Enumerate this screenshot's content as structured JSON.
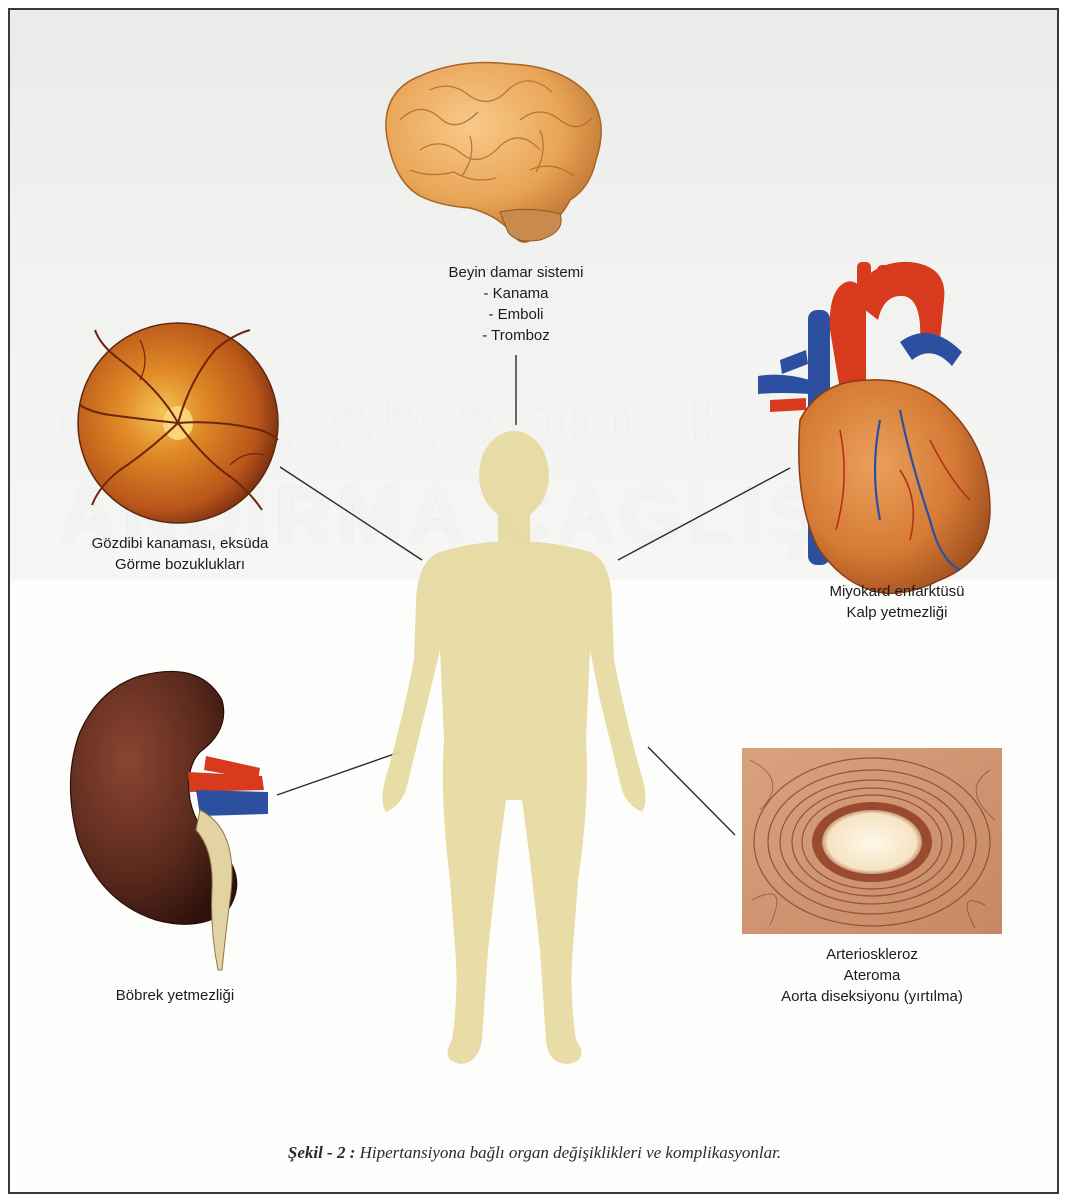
{
  "watermark": {
    "line1": "ORTA ANADOLU",
    "line2": "ANDIRMA CAĞLIŞMA"
  },
  "brain": {
    "title": "Beyin damar sistemi",
    "items": [
      "- Kanama",
      "- Emboli",
      "- Tromboz"
    ]
  },
  "eye": {
    "line1": "Gözdibi kanaması, eksüda",
    "line2": "Görme bozuklukları"
  },
  "heart": {
    "line1": "Miyokard enfarktüsü",
    "line2": "Kalp yetmezliği"
  },
  "kidney": {
    "line1": "Böbrek yetmezliği"
  },
  "artery": {
    "line1": "Arterioskleroz",
    "line2": "Ateroma",
    "line3": "Aorta diseksiyonu (yırtılma)"
  },
  "caption": {
    "prefix": "Şekil - 2 :",
    "text": "Hipertansiyona bağlı organ değişiklikleri ve komplikasyonlar."
  },
  "colors": {
    "body": "#e6d9a0",
    "brain": "#e8a85a",
    "retina": "#d6781e",
    "aorta_red": "#d83a1e",
    "vein_blue": "#2c4fa0",
    "kidney": "#5a2a1e",
    "artery_tissue": "#b5705a"
  }
}
